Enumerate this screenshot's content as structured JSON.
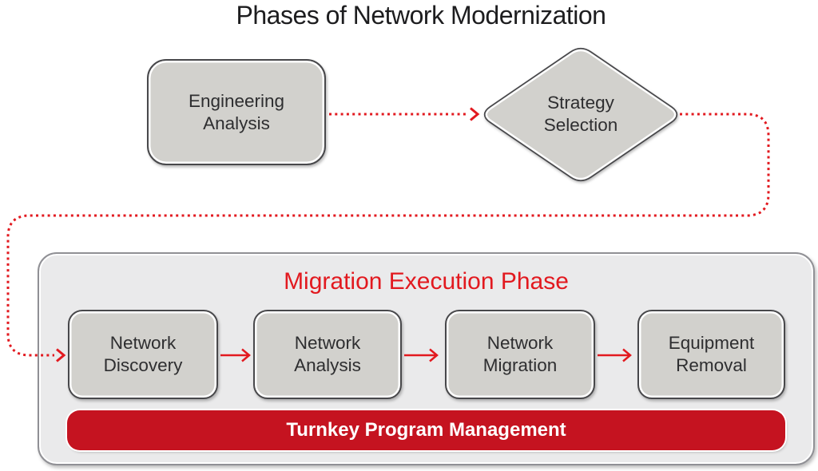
{
  "title": "Phases of Network Modernization",
  "flow": {
    "engineering_analysis": "Engineering Analysis",
    "strategy_selection": "Strategy Selection"
  },
  "execution_phase": {
    "title": "Migration Execution Phase",
    "steps": [
      "Network Discovery",
      "Network Analysis",
      "Network Migration",
      "Equipment Removal"
    ],
    "banner": "Turnkey Program Management"
  },
  "colors": {
    "accent_red": "#e2191f",
    "banner_red": "#c51320",
    "node_fill": "#d2d1cd",
    "node_border": "#48484b",
    "container_fill": "#eaeaeb",
    "container_border": "#909095",
    "title_text": "#1d1d1f",
    "node_text": "#2e2e30"
  }
}
